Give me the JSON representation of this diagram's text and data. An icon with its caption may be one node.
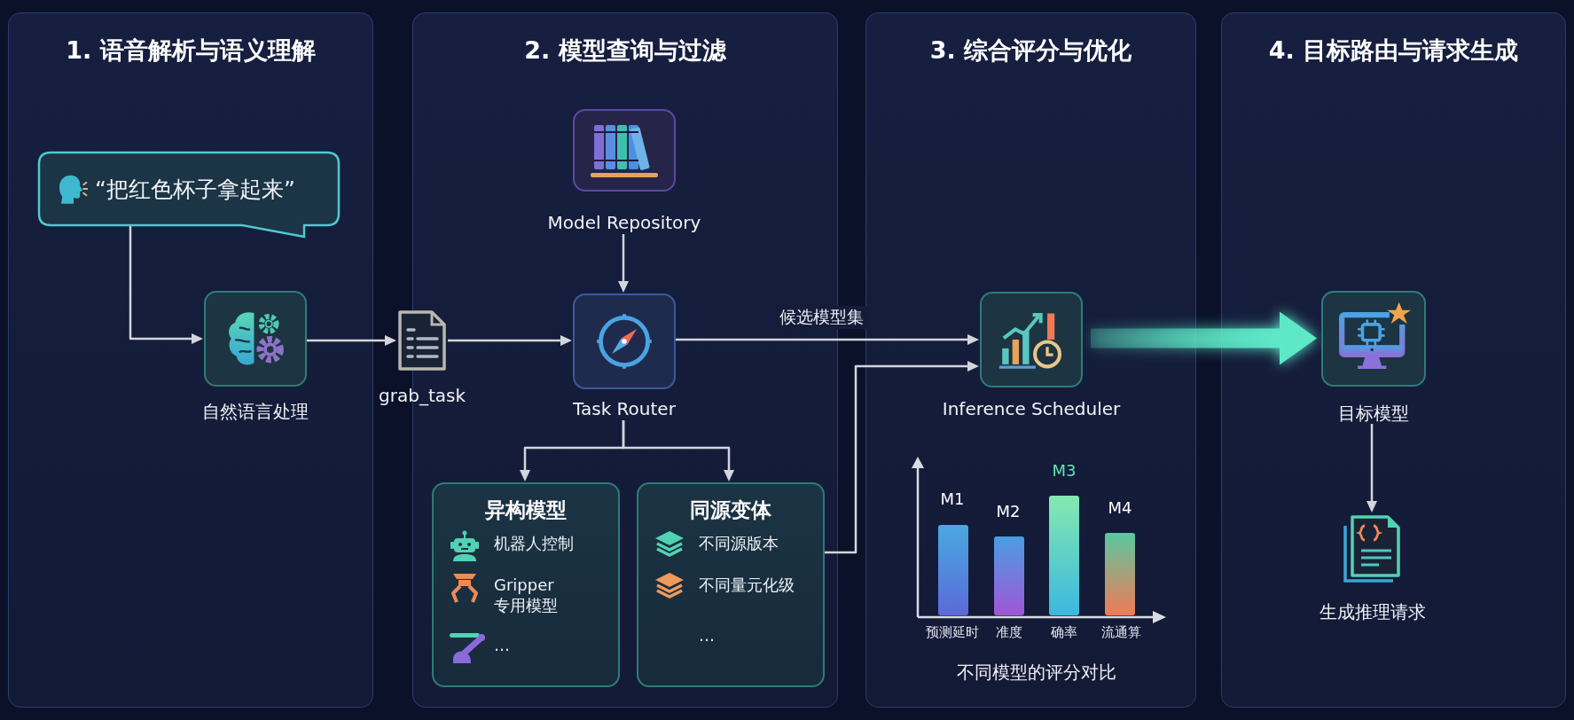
{
  "diagram": {
    "nodes": [
      {
        "text": [
          "1. 语音解析与语义理解"
        ]
      },
      {
        "text": [
          "“把红色杯子拿起来”"
        ],
        "in": 0
      },
      {
        "text": [
          "自然语言处理"
        ],
        "in": 0
      },
      {
        "text": [
          "grab_task"
        ]
      },
      {
        "text": [
          "2. 模型查询与过滤"
        ]
      },
      {
        "text": [
          "Model Repository"
        ],
        "in": 4
      },
      {
        "text": [
          "Task Router"
        ],
        "in": 4
      },
      {
        "text": [
          "异构模型",
          "机器人控制",
          "Gripper 专用模型",
          "…"
        ],
        "in": 4
      },
      {
        "text": [
          "同源变体",
          "不同源版本",
          "不同量元化级",
          "…"
        ],
        "in": 4
      },
      {
        "text": [
          "3. 综合评分与优化"
        ]
      },
      {
        "text": [
          "Inference Scheduler"
        ],
        "in": 9
      },
      {
        "text": [
          "4. 目标路由与请求生成"
        ]
      },
      {
        "text": [
          "目标模型"
        ],
        "in": 11
      },
      {
        "text": [
          "生成推理请求"
        ],
        "in": 11
      }
    ],
    "edges": [
      {
        "from": 1,
        "to": 2,
        "arrow": "to"
      },
      {
        "from": 2,
        "to": 3,
        "arrow": "to"
      },
      {
        "from": 3,
        "to": 6,
        "arrow": "to"
      },
      {
        "from": 5,
        "to": 6,
        "arrow": "to"
      },
      {
        "from": 6,
        "to": 7,
        "arrow": "to"
      },
      {
        "from": 6,
        "to": 8,
        "arrow": "to"
      },
      {
        "from": 6,
        "to": 10,
        "label": "候选模型集",
        "arrow": "to"
      },
      {
        "from": 8,
        "to": 10,
        "arrow": "to"
      },
      {
        "from": 10,
        "to": 12,
        "arrow": "to",
        "style": "thick",
        "color": "#5ee8c8"
      },
      {
        "from": 12,
        "to": 13,
        "arrow": "to"
      }
    ],
    "labels": [
      "M1",
      "M2",
      "M3",
      "M4",
      "预测延时",
      "准度",
      "确率",
      "流通算",
      "不同模型的评分对比"
    ]
  }
}
